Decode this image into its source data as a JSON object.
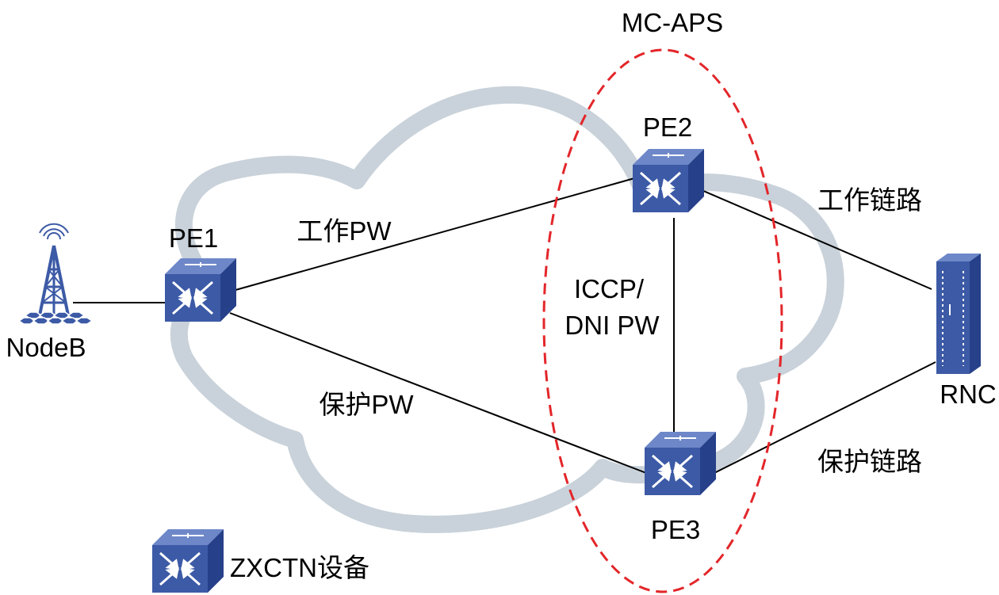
{
  "diagram": {
    "group_label": "MC-APS",
    "nodes": {
      "nodeb": "NodeB",
      "pe1": "PE1",
      "pe2": "PE2",
      "pe3": "PE3",
      "rnc": "RNC"
    },
    "links": {
      "working_pw": "工作PW",
      "protection_pw": "保护PW",
      "iccp_line1": "ICCP/",
      "iccp_line2": "DNI PW",
      "working_link": "工作链路",
      "protection_link": "保护链路"
    },
    "legend": {
      "device_label": "ZXCTN设备"
    }
  },
  "colors": {
    "cloud": "#c9d2da",
    "device_front": "#3c5aa6",
    "device_top": "#6d87c8",
    "device_side": "#27408a",
    "ellipse": "#e3262a",
    "lines": "#000000"
  }
}
